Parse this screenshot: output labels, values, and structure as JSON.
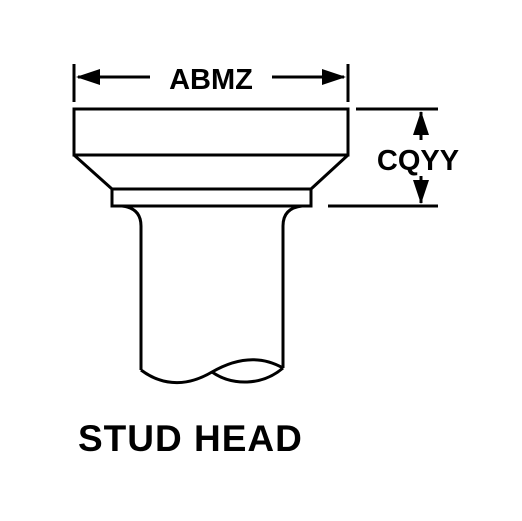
{
  "diagram": {
    "dimensions": {
      "width_label": "ABMZ",
      "height_label": "CQYY"
    },
    "title": "STUD HEAD",
    "colors": {
      "line": "#000000",
      "background": "#ffffff"
    }
  }
}
